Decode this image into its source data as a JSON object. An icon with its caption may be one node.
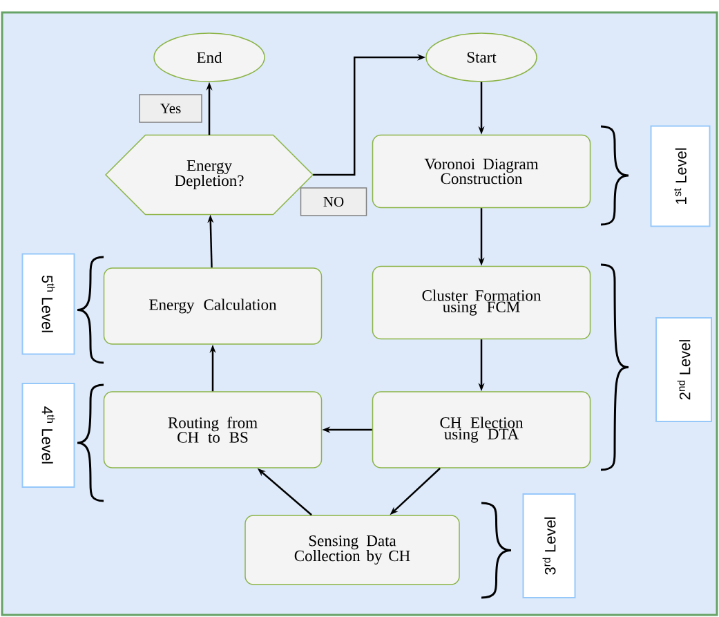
{
  "diagram": {
    "nodes": [
      {
        "text": [
          "End"
        ]
      },
      {
        "text": [
          "Start"
        ]
      },
      {
        "text": [
          "Energy Depletion?"
        ]
      },
      {
        "text": [
          "Voronoi Diagram Construction"
        ]
      },
      {
        "text": [
          "Energy Calculation"
        ]
      },
      {
        "text": [
          "Cluster Formation using FCM"
        ]
      },
      {
        "text": [
          "Routing from CH to BS"
        ]
      },
      {
        "text": [
          "CH Election using DTA"
        ]
      },
      {
        "text": [
          "Sensing Data Collection by CH"
        ]
      }
    ],
    "edges": [
      {
        "from": 1,
        "to": 3,
        "arrow": "to"
      },
      {
        "from": 3,
        "to": 5,
        "arrow": "to"
      },
      {
        "from": 5,
        "to": 7,
        "arrow": "to"
      },
      {
        "from": 7,
        "to": 8,
        "arrow": "to"
      },
      {
        "from": 8,
        "to": 6,
        "arrow": "to"
      },
      {
        "from": 7,
        "to": 6,
        "arrow": "to"
      },
      {
        "from": 6,
        "to": 4,
        "arrow": "to"
      },
      {
        "from": 4,
        "to": 2,
        "arrow": "to"
      },
      {
        "from": 2,
        "to": 0,
        "arrow": "to",
        "label": "Yes"
      },
      {
        "from": 2,
        "to": 1,
        "arrow": "to",
        "label": "NO"
      }
    ],
    "labels": [
      "1$^{st}$ Level",
      "5$^{th}$ Level",
      "2$^{nd}$ Level",
      "4$^{th}$ Level",
      "3$^{rd}$ Level"
    ]
  }
}
